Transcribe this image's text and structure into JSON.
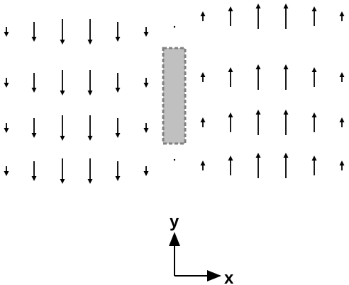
{
  "colors": {
    "background": "#ffffff",
    "arrow": "#000000",
    "block_fill": "#c0c0c0",
    "block_border": "#808080"
  },
  "icons": {
    "down_arrow": "arrow-down-icon",
    "up_arrow": "arrow-up-icon",
    "dot": "dot-icon",
    "block": "rectangle-block"
  },
  "vector_field": {
    "rows": 4,
    "left_columns": 6,
    "center_column": 1,
    "right_columns": 6,
    "left_direction": "down",
    "right_direction": "up",
    "left_magnitudes": [
      0.35,
      0.7,
      0.9,
      0.9,
      0.7,
      0.35
    ],
    "right_magnitudes": [
      0.35,
      0.7,
      0.9,
      0.9,
      0.7,
      0.35
    ],
    "center_magnitude": 0
  },
  "block": {
    "style": "dashed-border-gray"
  },
  "axes": {
    "x_label": "x",
    "y_label": "y"
  }
}
